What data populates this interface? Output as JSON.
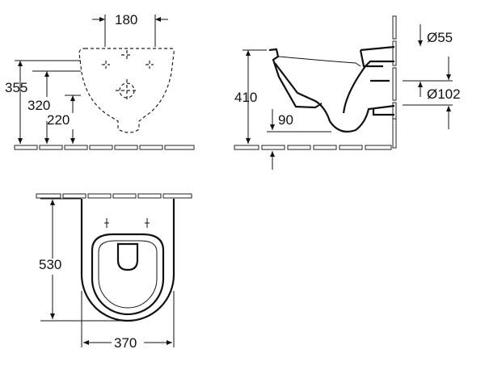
{
  "views": {
    "front": {
      "width_label": "180",
      "height_labels": [
        "355",
        "320",
        "220"
      ]
    },
    "side": {
      "height_label": "410",
      "outlet_height_label": "90",
      "inlet_label": "Ø55",
      "outlet_label": "Ø102"
    },
    "top": {
      "length_label": "530",
      "width_label": "370"
    }
  },
  "colors": {
    "line": "#111111",
    "background": "#ffffff"
  }
}
